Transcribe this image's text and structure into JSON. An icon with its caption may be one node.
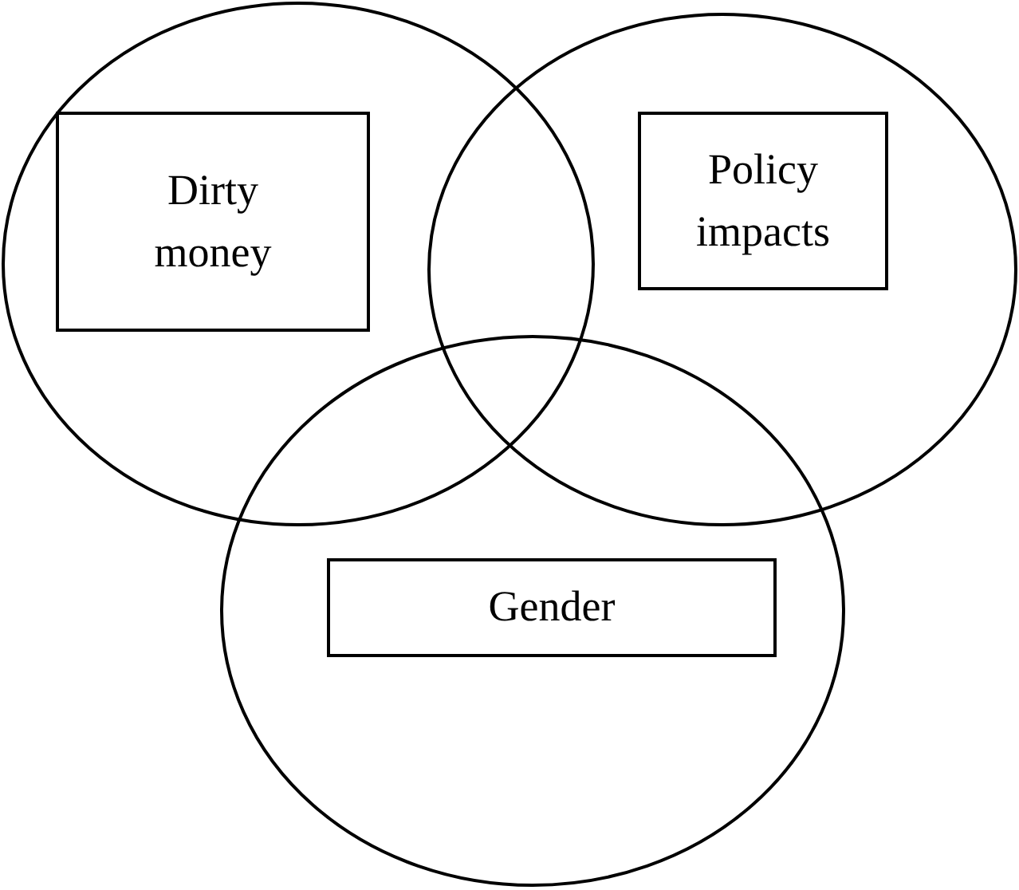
{
  "diagram": {
    "nodes": [
      {
        "text": [],
        "shape": "circle"
      },
      {
        "text": [
          "Dirty money"
        ],
        "in": 0
      },
      {
        "text": [],
        "shape": "circle"
      },
      {
        "text": [
          "Policy impacts"
        ],
        "in": 2
      },
      {
        "text": [],
        "shape": "circle"
      },
      {
        "text": [
          "Gender"
        ],
        "in": 4
      }
    ]
  }
}
